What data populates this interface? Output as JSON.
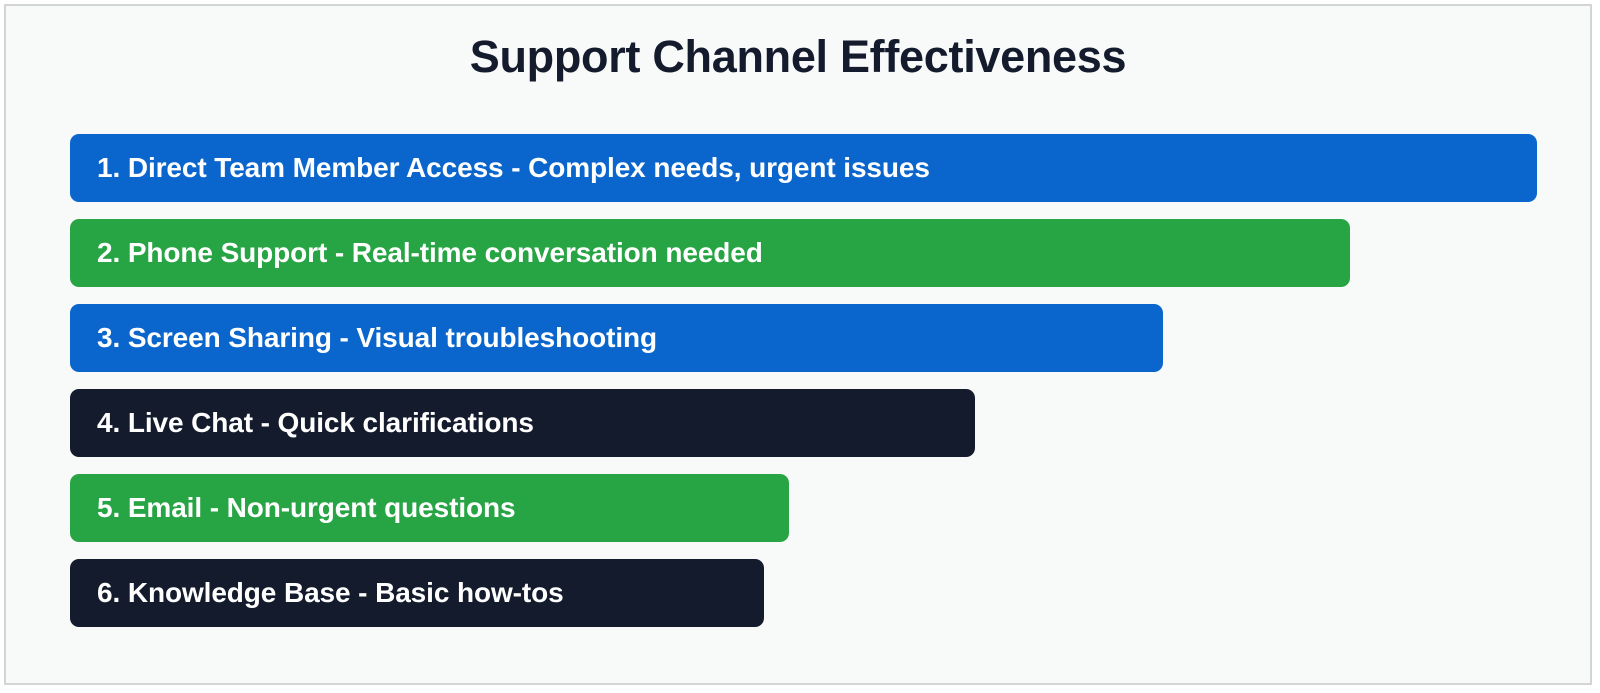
{
  "card": {
    "background": "#f8f9f9",
    "border_color": "#d2d4d6"
  },
  "chart_data": {
    "type": "bar",
    "orientation": "horizontal",
    "title": "Support Channel Effectiveness",
    "xlabel": "",
    "ylabel": "",
    "grid": false,
    "legend": "none",
    "axis_visible": false,
    "xlim": [
      0,
      1467
    ],
    "categories": [
      "1. Direct Team Member Access - Complex needs, urgent issues",
      "2. Phone Support - Real-time conversation needed",
      "3. Screen Sharing - Visual troubleshooting",
      "4. Live Chat - Quick clarifications",
      "5. Email - Non-urgent questions",
      "6. Knowledge Base - Basic how-tos"
    ],
    "values": [
      1467,
      1280,
      1093,
      905,
      719,
      694
    ],
    "colors": [
      "#0a66cc",
      "#27a544",
      "#0a66cc",
      "#141b2d",
      "#27a544",
      "#141b2d"
    ],
    "bars": [
      {
        "rank": "1",
        "label": "1. Direct Team Member Access - Complex needs, urgent issues",
        "channel": "Direct Team Member Access",
        "use_case": "Complex needs, urgent issues",
        "value": 1467,
        "color": "#0a66cc"
      },
      {
        "rank": "2",
        "label": "2. Phone Support - Real-time conversation needed",
        "channel": "Phone Support",
        "use_case": "Real-time conversation needed",
        "value": 1280,
        "color": "#27a544"
      },
      {
        "rank": "3",
        "label": "3. Screen Sharing - Visual troubleshooting",
        "channel": "Screen Sharing",
        "use_case": "Visual troubleshooting",
        "value": 1093,
        "color": "#0a66cc"
      },
      {
        "rank": "4",
        "label": "4. Live Chat - Quick clarifications",
        "channel": "Live Chat",
        "use_case": "Quick clarifications",
        "value": 905,
        "color": "#141b2d"
      },
      {
        "rank": "5",
        "label": "5. Email - Non-urgent questions",
        "channel": "Email",
        "use_case": "Non-urgent questions",
        "value": 719,
        "color": "#27a544"
      },
      {
        "rank": "6",
        "label": "6. Knowledge Base - Basic how-tos",
        "channel": "Knowledge Base",
        "use_case": "Basic how-tos",
        "value": 694,
        "color": "#141b2d"
      }
    ]
  }
}
